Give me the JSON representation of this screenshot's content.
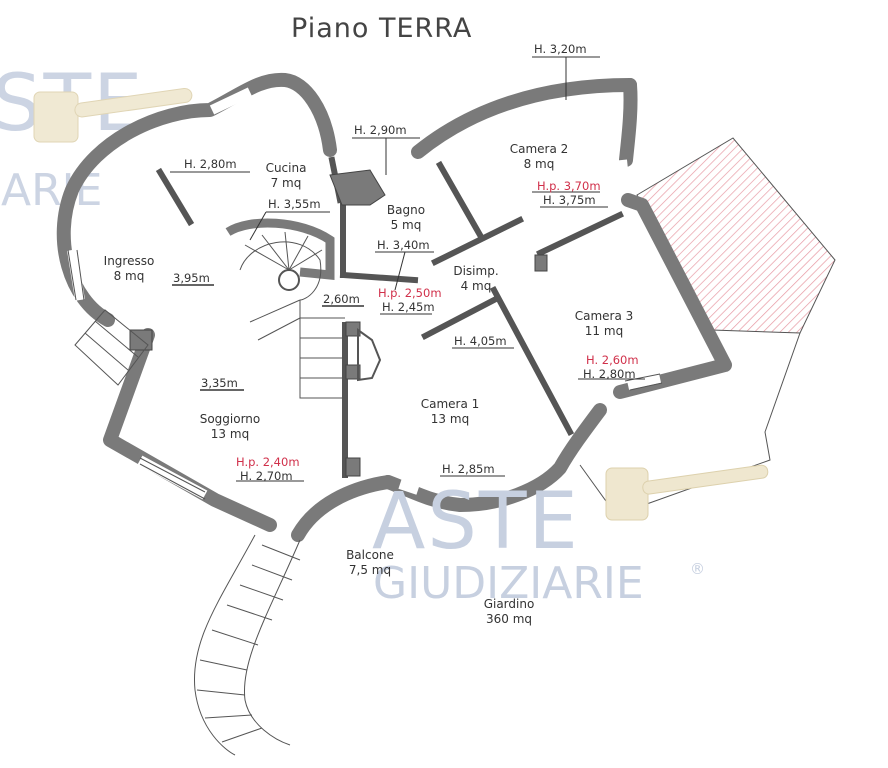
{
  "title": "Piano TERRA",
  "rooms": [
    {
      "name": "Cucina",
      "area": "7 mq"
    },
    {
      "name": "Camera 2",
      "area": "8 mq"
    },
    {
      "name": "Bagno",
      "area": "5 mq"
    },
    {
      "name": "Ingresso",
      "area": "8 mq"
    },
    {
      "name": "Disimp.",
      "area": "4 mq"
    },
    {
      "name": "Camera 3",
      "area": "11 mq"
    },
    {
      "name": "Soggiorno",
      "area": "13 mq"
    },
    {
      "name": "Camera 1",
      "area": "13 mq"
    },
    {
      "name": "Balcone",
      "area": "7,5 mq"
    },
    {
      "name": "Giardino",
      "area": "360 mq"
    }
  ],
  "heights": {
    "camera2_top": "H. 3,20m",
    "cucina_right": "H. 2,90m",
    "cucina_left": "H. 2,80m",
    "stair": "H. 3,55m",
    "camera2_hp": "H.p. 3,70m",
    "camera2_h": "H. 3,75m",
    "bagno": "H. 3,40m",
    "disimp_hp": "H.p. 2,50m",
    "disimp_h": "H. 2,45m",
    "camera1_inner": "H. 4,05m",
    "camera3_hp": "H. 2,60m",
    "camera3_h": "H. 2,80m",
    "soggiorno_hp": "H.p. 2,40m",
    "soggiorno_h": "H. 2,70m",
    "camera1_bottom": "H. 2,85m"
  },
  "dimensions": {
    "ingresso": "3,95m",
    "stair_landing": "2,60m",
    "soggiorno": "3,35m"
  },
  "watermark": {
    "line1": "ASTE",
    "line2": "GIUDIZIARIE",
    "mark": "®",
    "partial_left_1": "STE",
    "partial_left_2": "IARIE"
  },
  "colors": {
    "wall": "#7a7a7a",
    "hatch": "#e79aa4",
    "watermark": "#c7d0e0",
    "red_text": "#d0304a"
  }
}
